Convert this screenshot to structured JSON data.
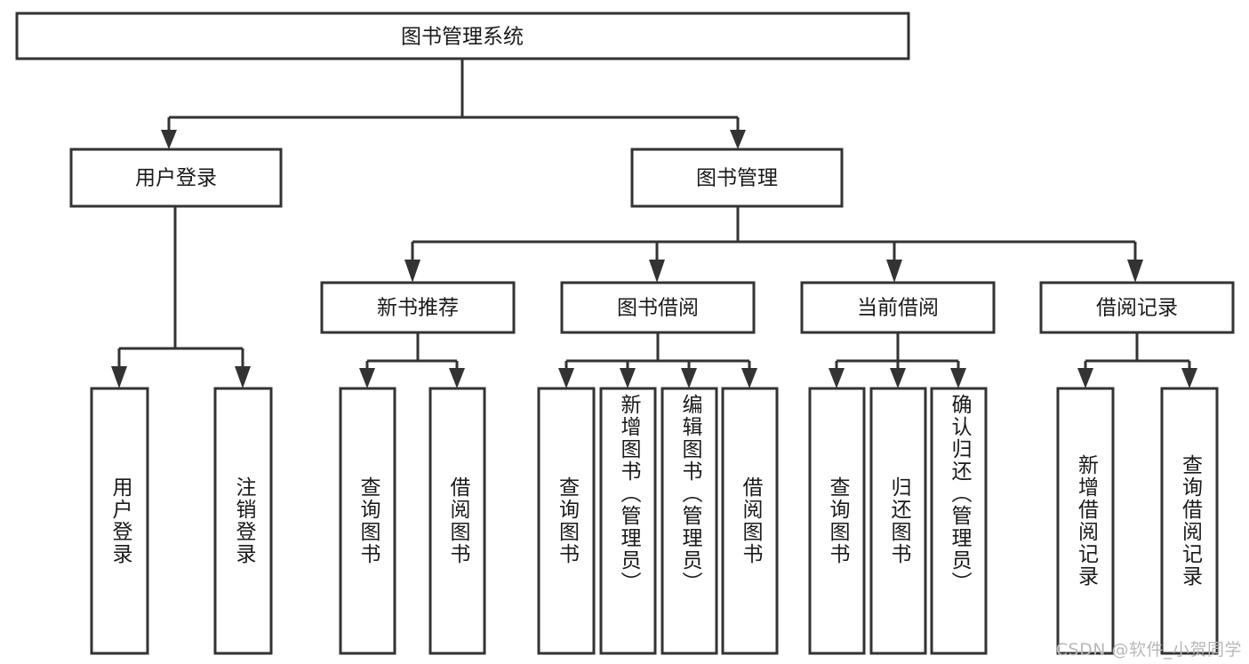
{
  "diagram": {
    "title": "图书管理系统",
    "type": "tree-hierarchy-chart",
    "root": {
      "id": "root",
      "label": "图书管理系统"
    },
    "level2": [
      {
        "id": "user-login",
        "label": "用户登录"
      },
      {
        "id": "book-management",
        "label": "图书管理"
      }
    ],
    "level3": [
      {
        "id": "new-book-recommend",
        "label": "新书推荐",
        "parent": "book-management"
      },
      {
        "id": "book-borrow",
        "label": "图书借阅",
        "parent": "book-management"
      },
      {
        "id": "current-borrow",
        "label": "当前借阅",
        "parent": "book-management"
      },
      {
        "id": "borrow-record",
        "label": "借阅记录",
        "parent": "book-management"
      }
    ],
    "leaves": [
      {
        "id": "leaf-user-login",
        "label": "用户登录",
        "parent": "user-login"
      },
      {
        "id": "leaf-user-logout",
        "label": "注销登录",
        "parent": "user-login"
      },
      {
        "id": "leaf-query-book-1",
        "label": "查询图书",
        "parent": "new-book-recommend"
      },
      {
        "id": "leaf-borrow-book-1",
        "label": "借阅图书",
        "parent": "new-book-recommend"
      },
      {
        "id": "leaf-query-book-2",
        "label": "查询图书",
        "parent": "book-borrow"
      },
      {
        "id": "leaf-add-book",
        "label": "新增图书（管理员）",
        "parent": "book-borrow"
      },
      {
        "id": "leaf-edit-book",
        "label": "编辑图书（管理员）",
        "parent": "book-borrow"
      },
      {
        "id": "leaf-borrow-book-2",
        "label": "借阅图书",
        "parent": "book-borrow"
      },
      {
        "id": "leaf-query-book-3",
        "label": "查询图书",
        "parent": "current-borrow"
      },
      {
        "id": "leaf-return-book",
        "label": "归还图书",
        "parent": "current-borrow"
      },
      {
        "id": "leaf-confirm-return",
        "label": "确认归还（管理员）",
        "parent": "current-borrow"
      },
      {
        "id": "leaf-add-record",
        "label": "新增借阅记录",
        "parent": "borrow-record"
      },
      {
        "id": "leaf-query-record",
        "label": "查询借阅记录",
        "parent": "borrow-record"
      }
    ]
  },
  "watermark": {
    "text": "CSDN @软件_小贺同学"
  },
  "colors": {
    "stroke": "#333333",
    "box_fill": "#ffffff",
    "text": "#1a1a1a",
    "background": "#ffffff",
    "watermark": "#b9b9b9"
  }
}
